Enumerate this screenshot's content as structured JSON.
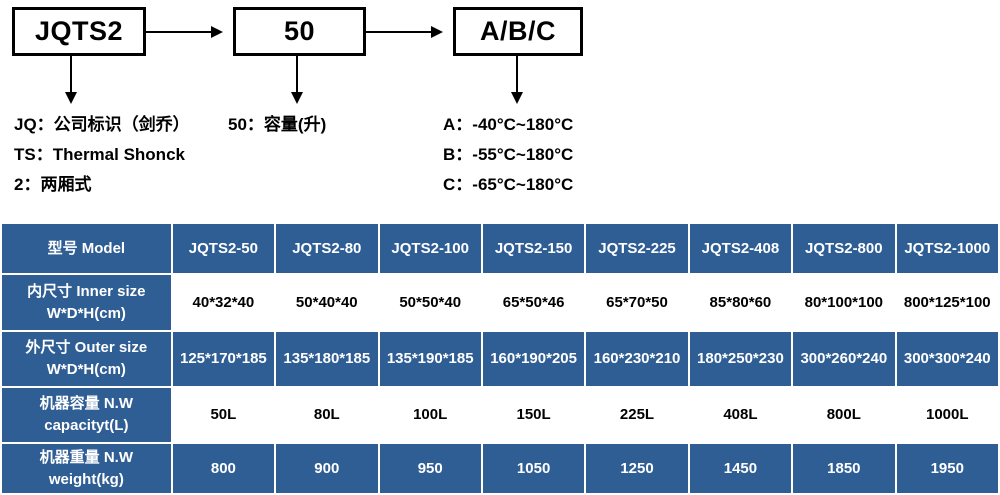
{
  "diagram": {
    "boxes": [
      {
        "id": "model",
        "label": "JQTS2"
      },
      {
        "id": "capacity",
        "label": "50"
      },
      {
        "id": "temp",
        "label": "A/B/C"
      }
    ],
    "arrow_icon": "right-arrow-icon",
    "down_arrow_icon": "down-arrow-icon",
    "legend_left": [
      "JQ：公司标识（剑乔）",
      "TS：Thermal Shonck",
      "2：两厢式"
    ],
    "legend_middle": [
      "50：容量(升)"
    ],
    "legend_right": [
      "A：-40°C~180°C",
      "B：-55°C~180°C",
      "C：-65°C~180°C"
    ]
  },
  "table": {
    "accent_blue": "#2f5e95",
    "rows": [
      {
        "label": "型号 Model",
        "label_sub": "",
        "style": "blue",
        "cells_style": "blue",
        "cells": [
          "JQTS2-50",
          "JQTS2-80",
          "JQTS2-100",
          "JQTS2-150",
          "JQTS2-225",
          "JQTS2-408",
          "JQTS2-800",
          "JQTS2-1000"
        ]
      },
      {
        "label": "内尺寸 Inner size",
        "label_sub": "W*D*H(cm)",
        "style": "blue",
        "cells_style": "white",
        "cells": [
          "40*32*40",
          "50*40*40",
          "50*50*40",
          "65*50*46",
          "65*70*50",
          "85*80*60",
          "80*100*100",
          "800*125*100"
        ]
      },
      {
        "label": "外尺寸 Outer size",
        "label_sub": "W*D*H(cm)",
        "style": "blue",
        "cells_style": "blue",
        "cells": [
          "125*170*185",
          "135*180*185",
          "135*190*185",
          "160*190*205",
          "160*230*210",
          "180*250*230",
          "300*260*240",
          "300*300*240"
        ]
      },
      {
        "label": "机器容量 N.W",
        "label_sub": "capacityt(L)",
        "style": "blue",
        "cells_style": "white",
        "cells": [
          "50L",
          "80L",
          "100L",
          "150L",
          "225L",
          "408L",
          "800L",
          "1000L"
        ]
      },
      {
        "label": "机器重量 N.W",
        "label_sub": "weight(kg)",
        "style": "blue",
        "cells_style": "blue",
        "cells": [
          "800",
          "900",
          "950",
          "1050",
          "1250",
          "1450",
          "1850",
          "1950"
        ]
      }
    ]
  }
}
